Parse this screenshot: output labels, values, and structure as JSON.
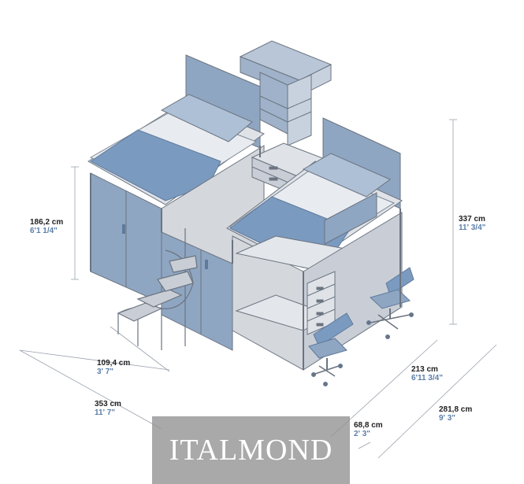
{
  "dimensions": {
    "bed_height": {
      "metric": "186,2 cm",
      "imperial": "6'1 1/4\""
    },
    "total_height": {
      "metric": "337 cm",
      "imperial": "11' 3/4\""
    },
    "stair_depth": {
      "metric": "109,4 cm",
      "imperial": "3' 7\""
    },
    "length_left": {
      "metric": "353 cm",
      "imperial": "11' 7\""
    },
    "length_right": {
      "metric": "213 cm",
      "imperial": "6'11 3/4\""
    },
    "desk_depth": {
      "metric": "68,8 cm",
      "imperial": "2' 3\""
    },
    "width_right": {
      "metric": "281,8 cm",
      "imperial": "9' 3\""
    }
  },
  "watermark": "ITALMOND",
  "colors": {
    "frame_blue": "#8fa6c2",
    "bed_blue": "#7b9ac0",
    "panel_grey": "#c9ced6",
    "desk_grey": "#d4d7dc",
    "line": "#6b7480"
  }
}
